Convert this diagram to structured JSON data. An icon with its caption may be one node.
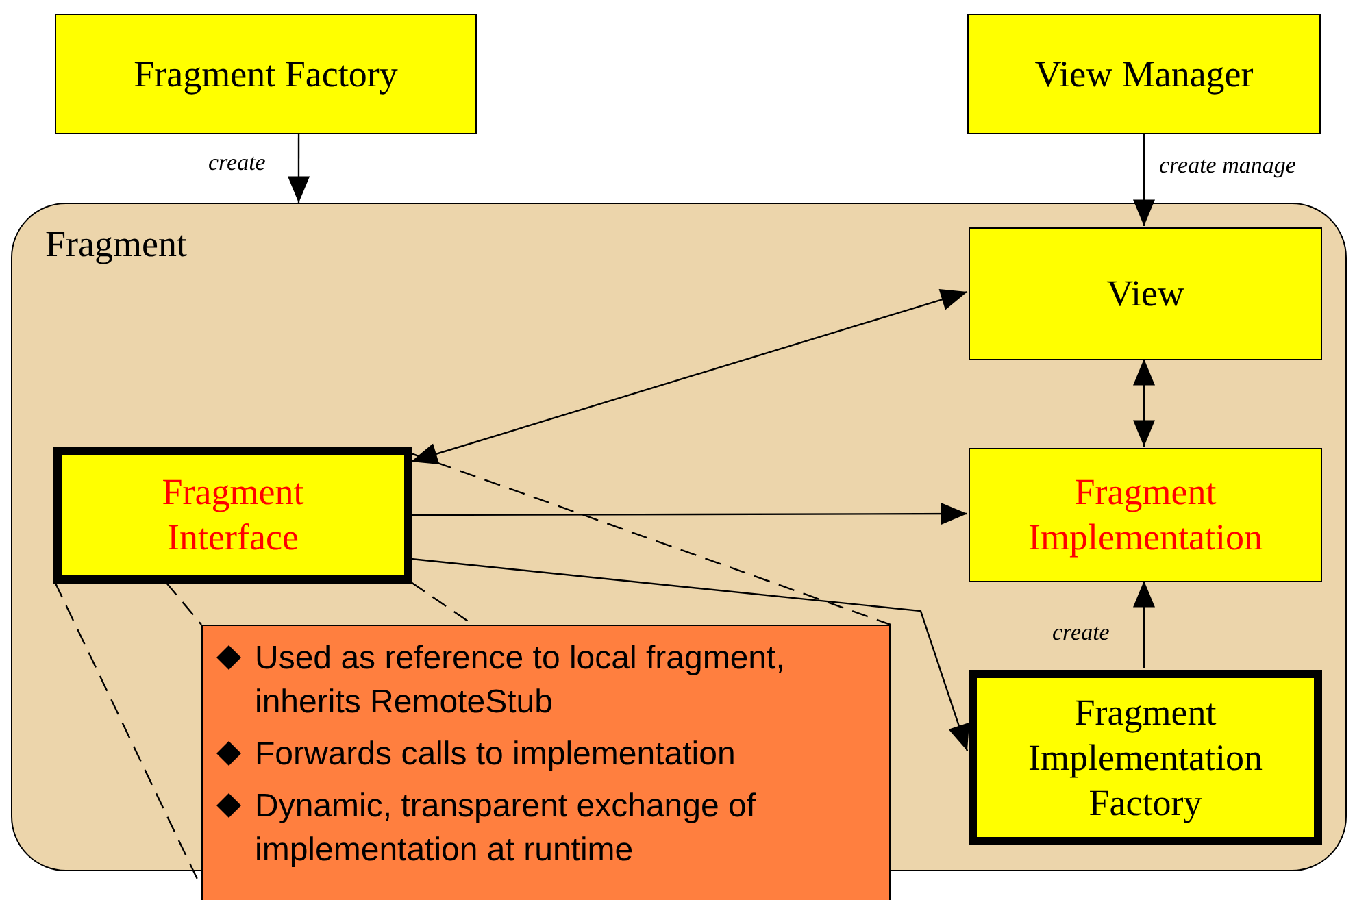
{
  "diagram": {
    "nodes": [
      {
        "text": [
          "Fragment Factory"
        ]
      },
      {
        "text": [
          "View Manager"
        ]
      },
      {
        "text": [
          "Fragment"
        ]
      },
      {
        "text": [
          "View"
        ],
        "in": 2
      },
      {
        "text": [
          "Fragment Interface"
        ],
        "in": 2
      },
      {
        "text": [
          "Fragment Implementation"
        ],
        "in": 2
      },
      {
        "text": [
          "Fragment Implementation Factory"
        ],
        "in": 2
      },
      {
        "text": [
          "Used as reference to local fragment, inherits RemoteStub",
          "Forwards calls to implementation",
          "Dynamic, transparent exchange of implementation at runtime"
        ]
      }
    ],
    "edges": [
      {
        "from": 0,
        "to": 2,
        "arrow": "to",
        "label": "create"
      },
      {
        "from": 1,
        "to": 3,
        "arrow": "to",
        "label": "create manage"
      },
      {
        "from": 4,
        "to": 3,
        "arrow": "both"
      },
      {
        "from": 3,
        "to": 5,
        "arrow": "both"
      },
      {
        "from": 4,
        "to": 5,
        "arrow": "to"
      },
      {
        "from": 4,
        "to": 6,
        "arrow": "to"
      },
      {
        "from": 6,
        "to": 5,
        "arrow": "to",
        "label": "create"
      },
      {
        "from": 4,
        "to": 7,
        "arrow": "none",
        "style": "dashed"
      },
      {
        "from": 4,
        "to": 7,
        "arrow": "none",
        "style": "dashed"
      },
      {
        "from": 4,
        "to": 7,
        "arrow": "none",
        "style": "dashed"
      },
      {
        "from": 4,
        "to": 7,
        "arrow": "none",
        "style": "dashed"
      }
    ]
  }
}
